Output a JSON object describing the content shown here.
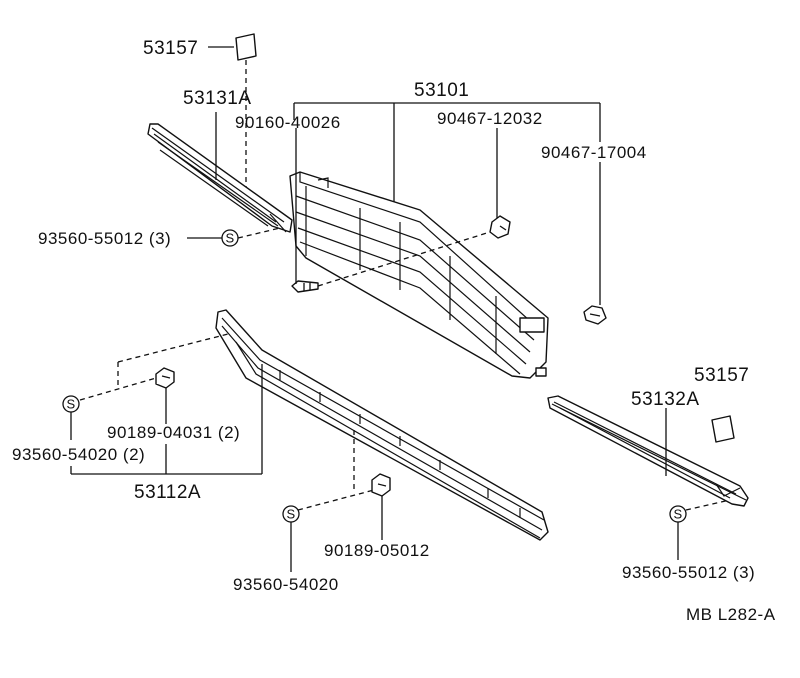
{
  "labels": {
    "p53157_top": "53157",
    "p53131a": "53131A",
    "p53101": "53101",
    "p90160": "90160-40026",
    "p90467_12032": "90467-12032",
    "p90467_17004": "90467-17004",
    "p93560_55012_left": "93560-55012 (3)",
    "p53157_right": "53157",
    "p53132a": "53132A",
    "p90189_04031": "90189-04031 (2)",
    "p93560_54020_2": "93560-54020 (2)",
    "p53112a": "53112A",
    "p90189_05012": "90189-05012",
    "p93560_54020": "93560-54020",
    "p93560_55012_right": "93560-55012 (3)",
    "ref_code": "MB L282-A"
  },
  "screw_marker": "S"
}
